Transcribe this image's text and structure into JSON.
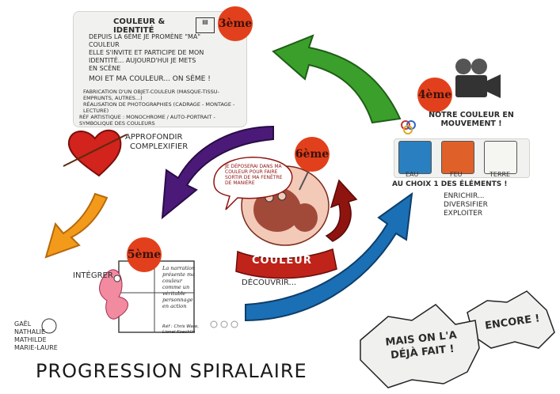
{
  "step3": {
    "badge": "3ème",
    "title": "Couleur & identité",
    "text_lines": [
      "Depuis la 6ème je promène \"ma\" couleur",
      "Elle s'invite et participe de mon",
      "identité... Aujourd'hui je mets",
      "en scène"
    ],
    "subtitle": "Moi et ma couleur... on sème !",
    "bullet1": "Fabrication d'un objet-couleur (masque-tissu-emprunts, autres...)",
    "bullet2": "Réalisation de photographies (cadrage - montage - lecture)",
    "footer": "Réf artistique : monochrome / auto-portrait - symbolique des couleurs"
  },
  "heart_label_1": "Approfondir",
  "heart_label_2": "Complexifier",
  "step4": {
    "badge": "4ème",
    "title": "Notre couleur en mouvement !",
    "elements": [
      "Eau",
      "Feu",
      "Terre"
    ],
    "caption": "Au choix 1 des éléments !",
    "verbs": [
      "Enrichir...",
      "Diversifier",
      "Exploiter"
    ]
  },
  "step6": {
    "badge": "6ème",
    "bubble": "Je déposerai dans ma couleur pour faire sortir de ma fenêtre de manière",
    "banner": "Couleur",
    "verb": "Découvrir..."
  },
  "step5": {
    "badge": "5ème",
    "verb": "Intégrer",
    "note": "La narration présente ma couleur comme un véritable personnage en action",
    "ref": "Réf : Chris Ware, Lionel Koechlin"
  },
  "authors": [
    "Gaël",
    "Nathalie",
    "Mathilde",
    "Marie-Laure"
  ],
  "bubble_encore": "Encore !",
  "bubble_main": "Mais on l'a déjà fait !",
  "title": "Progression spiralaire",
  "colors": {
    "green": "#3aa02b",
    "purple": "#4b1a78",
    "blue": "#1b6fb5",
    "orange": "#f39a1a",
    "darkred": "#8e1410",
    "badge": "#e2401c"
  }
}
